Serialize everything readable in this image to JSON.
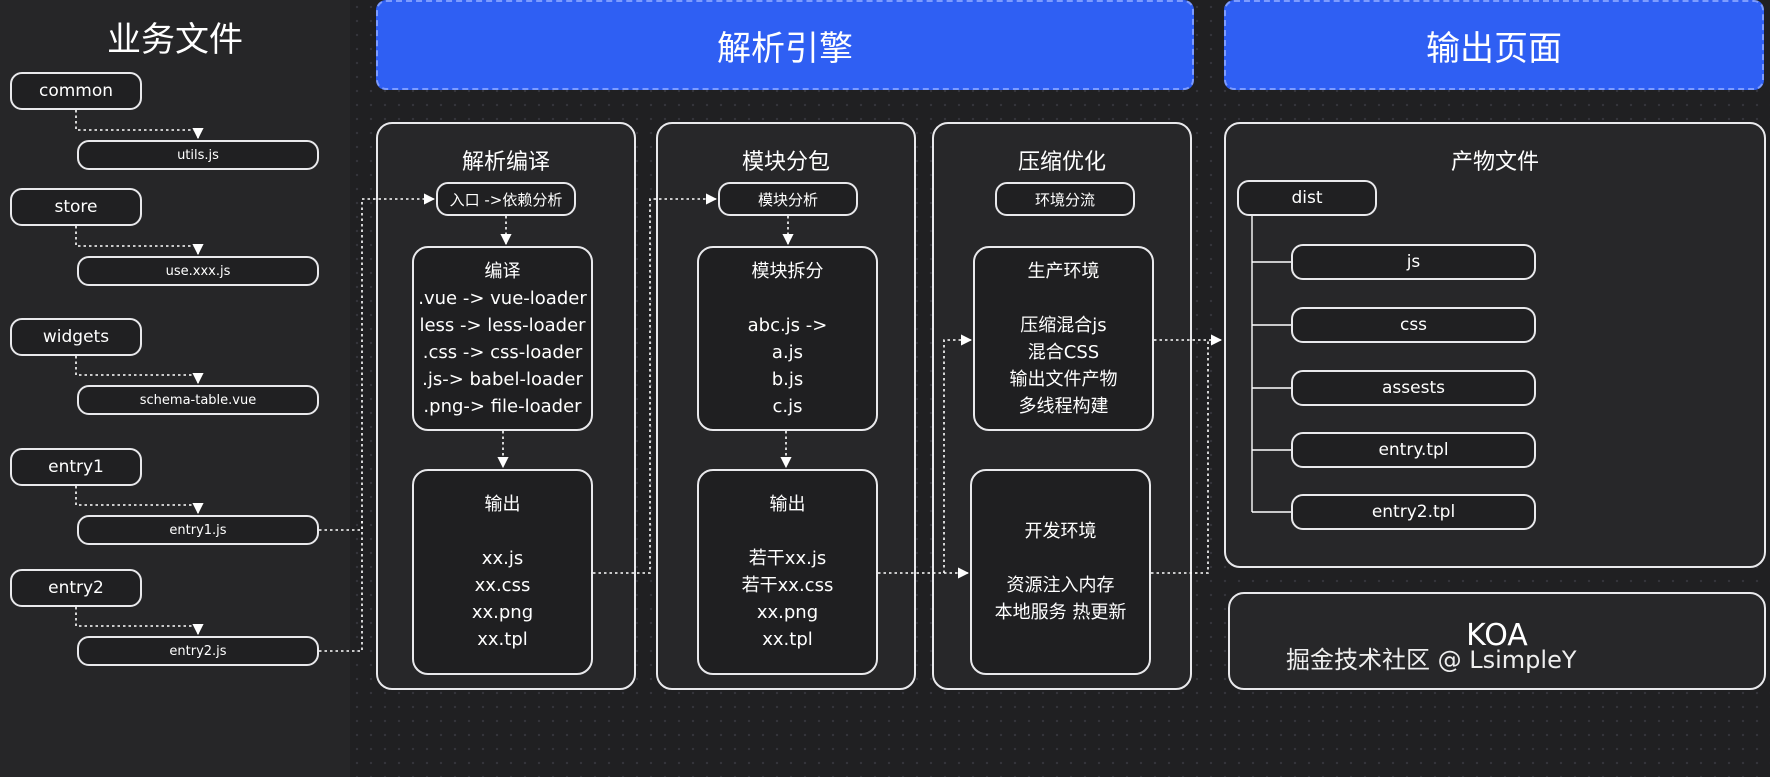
{
  "left_panel": {
    "title": "业务文件",
    "groups": [
      {
        "folder": "common",
        "file": "utils.js"
      },
      {
        "folder": "store",
        "file": "use.xxx.js"
      },
      {
        "folder": "widgets",
        "file": "schema-table.vue"
      },
      {
        "folder": "entry1",
        "file": "entry1.js"
      },
      {
        "folder": "entry2",
        "file": "entry2.js"
      }
    ]
  },
  "engine": {
    "title": "解析引擎",
    "stages": [
      {
        "title": "解析编译",
        "pill": "入口 ->依赖分析",
        "box1": [
          "编译",
          ".vue -> vue-loader",
          "less -> less-loader",
          ".css -> css-loader",
          ".js-> babel-loader",
          ".png-> file-loader"
        ],
        "box2": [
          "输出",
          "",
          "xx.js",
          "xx.css",
          "xx.png",
          "xx.tpl"
        ]
      },
      {
        "title": "模块分包",
        "pill": "模块分析",
        "box1": [
          "模块拆分",
          "",
          "abc.js ->",
          "a.js",
          "b.js",
          "c.js"
        ],
        "box2": [
          "输出",
          "",
          "若干xx.js",
          "若干xx.css",
          "xx.png",
          "xx.tpl"
        ]
      },
      {
        "title": "压缩优化",
        "pill": "环境分流",
        "box1": [
          "生产环境",
          "",
          "压缩混合js",
          "混合CSS",
          "输出文件产物",
          "多线程构建"
        ],
        "box2": [
          "开发环境",
          "",
          "资源注入内存",
          "本地服务 热更新"
        ]
      }
    ]
  },
  "output": {
    "title": "输出页面",
    "panel_title": "产物文件",
    "root": "dist",
    "items": [
      "js",
      "css",
      "assests",
      "entry.tpl",
      "entry2.tpl"
    ],
    "server": "KOA"
  },
  "watermark": "掘金技术社区 @ LsimpleY",
  "colors": {
    "accent": "#2f5ff3",
    "background": "#202022",
    "stroke": "#e9e9ec"
  }
}
